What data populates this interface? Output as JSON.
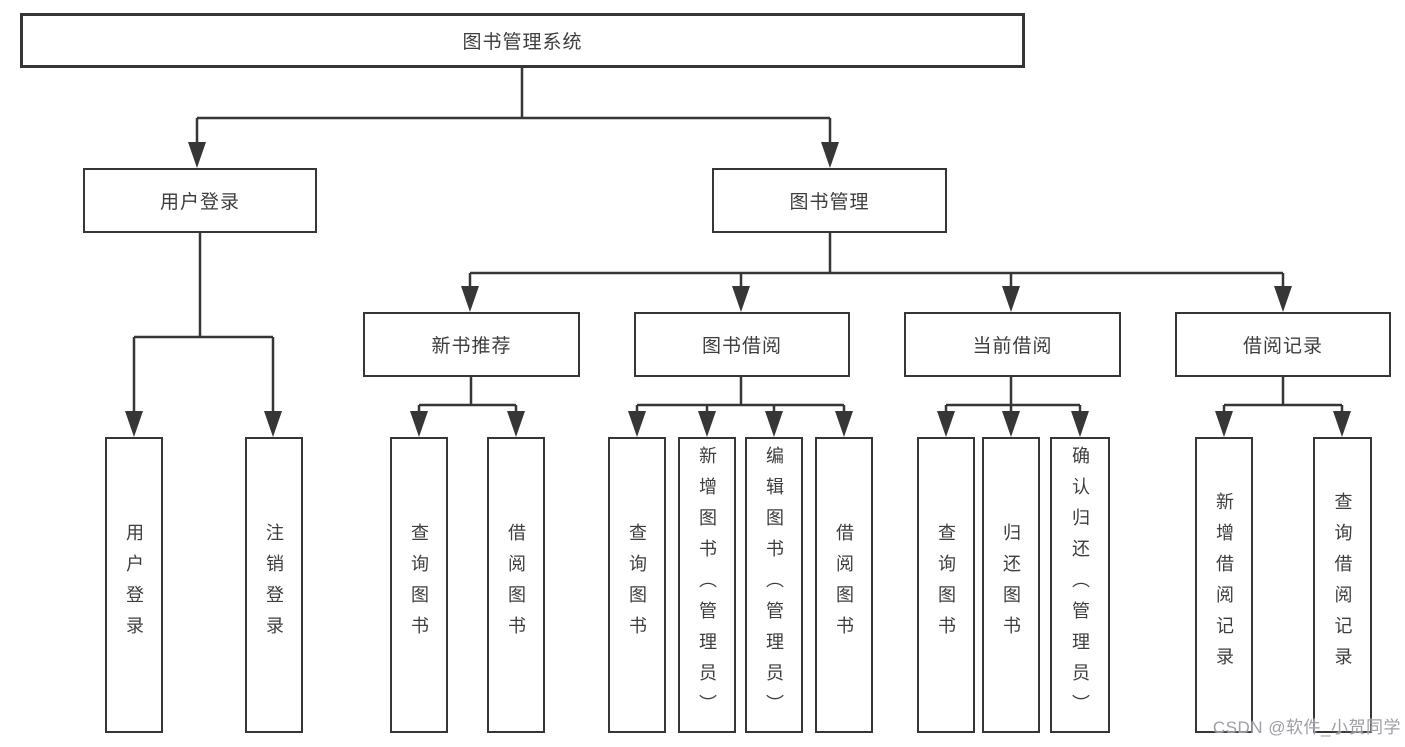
{
  "diagram": {
    "title": "图书管理系统",
    "nodes": {
      "root": "图书管理系统",
      "level2": [
        {
          "label": "用户登录"
        },
        {
          "label": "图书管理"
        }
      ],
      "level3": [
        {
          "label": "新书推荐",
          "parent": "图书管理"
        },
        {
          "label": "图书借阅",
          "parent": "图书管理"
        },
        {
          "label": "当前借阅",
          "parent": "图书管理"
        },
        {
          "label": "借阅记录",
          "parent": "图书管理"
        }
      ],
      "leaves": [
        {
          "label": "用户登录",
          "parent": "用户登录"
        },
        {
          "label": "注销登录",
          "parent": "用户登录"
        },
        {
          "label": "查询图书",
          "parent": "新书推荐"
        },
        {
          "label": "借阅图书",
          "parent": "新书推荐"
        },
        {
          "label": "查询图书",
          "parent": "图书借阅"
        },
        {
          "label": "新增图书（管理员）",
          "parent": "图书借阅"
        },
        {
          "label": "编辑图书（管理员）",
          "parent": "图书借阅"
        },
        {
          "label": "借阅图书",
          "parent": "图书借阅"
        },
        {
          "label": "查询图书",
          "parent": "当前借阅"
        },
        {
          "label": "归还图书",
          "parent": "当前借阅"
        },
        {
          "label": "确认归还（管理员）",
          "parent": "当前借阅"
        },
        {
          "label": "新增借阅记录",
          "parent": "借阅记录"
        },
        {
          "label": "查询借阅记录",
          "parent": "借阅记录"
        }
      ]
    }
  },
  "watermark": "CSDN @软件_小贺同学",
  "colors": {
    "line": "#363636",
    "text": "#3d3d3d",
    "background": "#ffffff",
    "watermark": "#9e9ea4"
  }
}
